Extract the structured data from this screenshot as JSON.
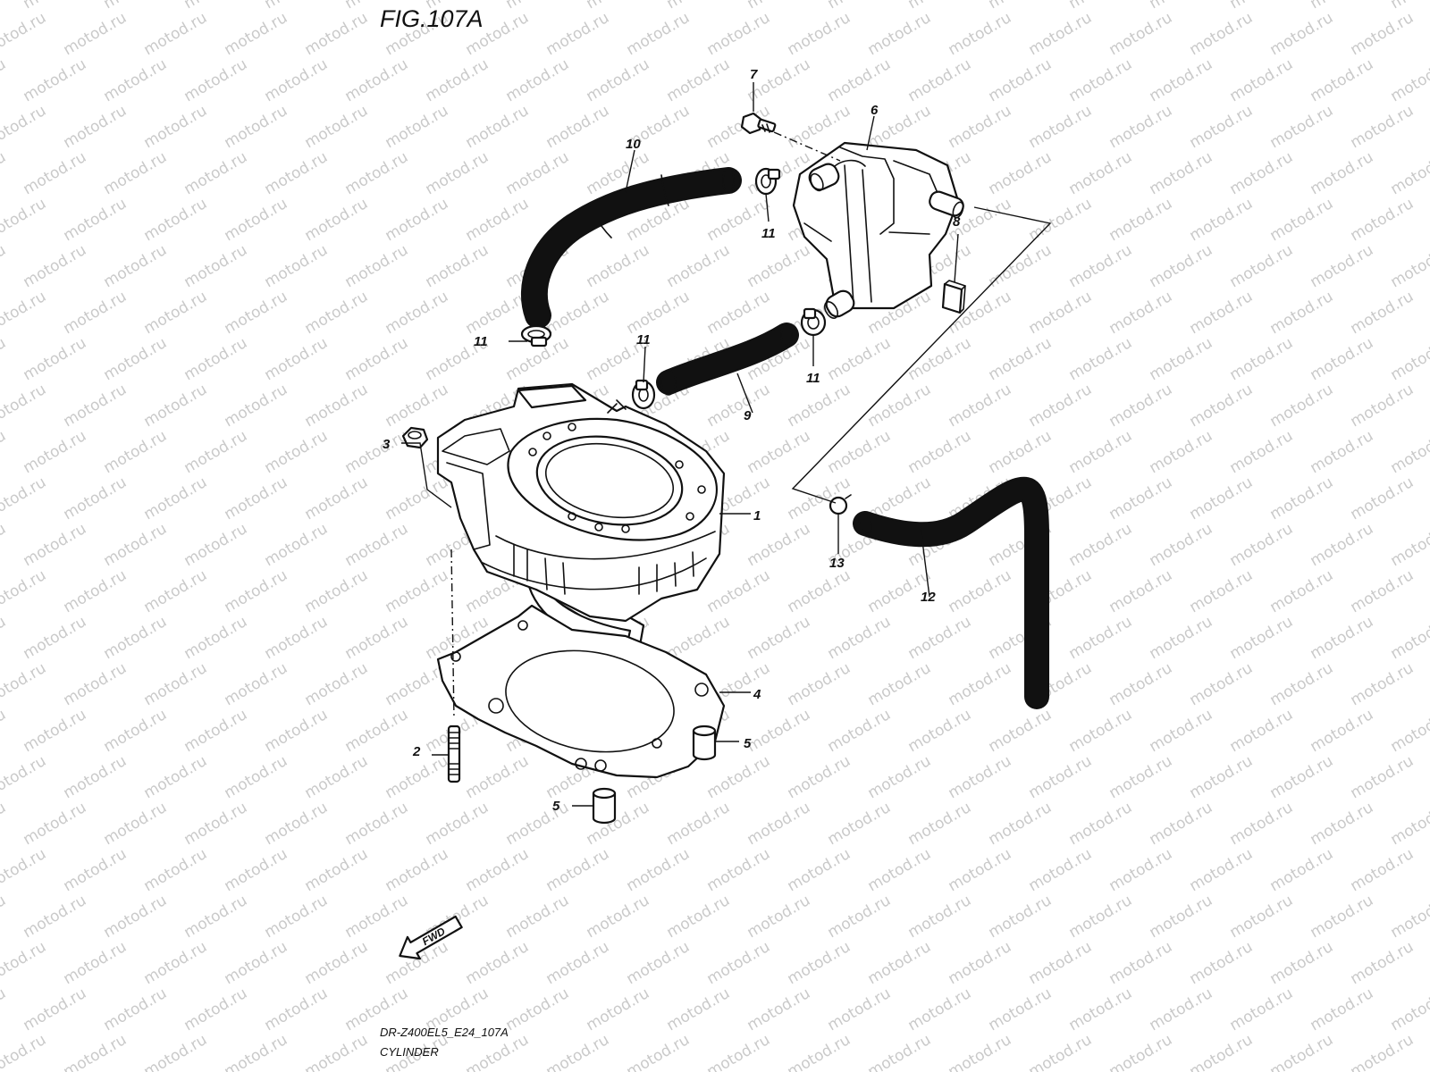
{
  "figure": {
    "title": "FIG.107A",
    "code": "DR-Z400EL5_E24_107A",
    "name": "CYLINDER"
  },
  "watermark": "motod.ru",
  "direction_marker": "FWD",
  "callouts": [
    {
      "id": "callout-1",
      "label": "1"
    },
    {
      "id": "callout-2",
      "label": "2"
    },
    {
      "id": "callout-3",
      "label": "3"
    },
    {
      "id": "callout-4",
      "label": "4"
    },
    {
      "id": "callout-5a",
      "label": "5"
    },
    {
      "id": "callout-5b",
      "label": "5"
    },
    {
      "id": "callout-6",
      "label": "6"
    },
    {
      "id": "callout-7",
      "label": "7"
    },
    {
      "id": "callout-8",
      "label": "8"
    },
    {
      "id": "callout-9",
      "label": "9"
    },
    {
      "id": "callout-10",
      "label": "10"
    },
    {
      "id": "callout-11a",
      "label": "11"
    },
    {
      "id": "callout-11b",
      "label": "11"
    },
    {
      "id": "callout-11c",
      "label": "11"
    },
    {
      "id": "callout-11d",
      "label": "11"
    },
    {
      "id": "callout-12",
      "label": "12"
    },
    {
      "id": "callout-13",
      "label": "13"
    }
  ]
}
